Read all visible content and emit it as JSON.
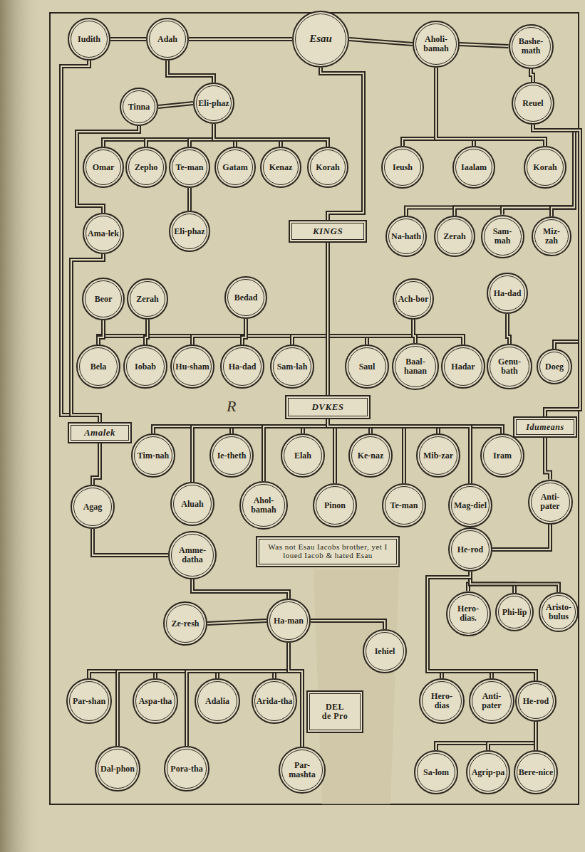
{
  "diagram": {
    "nodes": [
      {
        "text": [
          "Iudith"
        ]
      },
      {
        "text": [
          "Adah"
        ]
      },
      {
        "text": [
          "Esau"
        ]
      },
      {
        "text": [
          "Aholi-bamah"
        ]
      },
      {
        "text": [
          "Bashe-math"
        ]
      },
      {
        "text": [
          "Tinna"
        ]
      },
      {
        "text": [
          "Eli-phaz"
        ]
      },
      {
        "text": [
          "Reuel"
        ]
      },
      {
        "text": [
          "Omar"
        ]
      },
      {
        "text": [
          "Zepho"
        ]
      },
      {
        "text": [
          "Te-man"
        ]
      },
      {
        "text": [
          "Gatam"
        ]
      },
      {
        "text": [
          "Kenaz"
        ]
      },
      {
        "text": [
          "Korah"
        ]
      },
      {
        "text": [
          "Ieush"
        ]
      },
      {
        "text": [
          "Iaalam"
        ]
      },
      {
        "text": [
          "Korah"
        ]
      },
      {
        "text": [
          "Ama-lek"
        ]
      },
      {
        "text": [
          "Eli-phaz"
        ]
      },
      {
        "text": [
          "KINGS"
        ]
      },
      {
        "text": [
          "Na-hath"
        ]
      },
      {
        "text": [
          "Zerah"
        ]
      },
      {
        "text": [
          "Sam-mah"
        ]
      },
      {
        "text": [
          "Miz-zah"
        ]
      },
      {
        "text": [
          "Beor"
        ]
      },
      {
        "text": [
          "Zerah"
        ]
      },
      {
        "text": [
          "Bedad"
        ]
      },
      {
        "text": [
          "Ach-bor"
        ]
      },
      {
        "text": [
          "Ha-dad"
        ]
      },
      {
        "text": [
          "Bela"
        ]
      },
      {
        "text": [
          "Iobab"
        ]
      },
      {
        "text": [
          "Hu-sham"
        ]
      },
      {
        "text": [
          "Ha-dad"
        ]
      },
      {
        "text": [
          "Sam-lah"
        ]
      },
      {
        "text": [
          "Saul"
        ]
      },
      {
        "text": [
          "Baal-hanan"
        ]
      },
      {
        "text": [
          "Hadar"
        ]
      },
      {
        "text": [
          "Genu-bath"
        ]
      },
      {
        "text": [
          "Doeg"
        ]
      },
      {
        "text": [
          "DVKES"
        ]
      },
      {
        "text": [
          "Amalek"
        ]
      },
      {
        "text": [
          "Idumeans"
        ]
      },
      {
        "text": [
          "Tim-nah"
        ]
      },
      {
        "text": [
          "Ie-theth"
        ]
      },
      {
        "text": [
          "Elah"
        ]
      },
      {
        "text": [
          "Ke-naz"
        ]
      },
      {
        "text": [
          "Mib-zar"
        ]
      },
      {
        "text": [
          "Iram"
        ]
      },
      {
        "text": [
          "Agag"
        ]
      },
      {
        "text": [
          "Aluah"
        ]
      },
      {
        "text": [
          "Ahol-bamah"
        ]
      },
      {
        "text": [
          "Pinon"
        ]
      },
      {
        "text": [
          "Te-man"
        ]
      },
      {
        "text": [
          "Mag-diel"
        ]
      },
      {
        "text": [
          "Anti-pater"
        ]
      },
      {
        "text": [
          "Amme-datha"
        ]
      },
      {
        "text": [
          "Was not Esau Iacobs brother, yet I loued Iacob & hated Esau"
        ]
      },
      {
        "text": [
          "He-rod"
        ]
      },
      {
        "text": [
          "Ze-resh"
        ]
      },
      {
        "text": [
          "Ha-man"
        ]
      },
      {
        "text": [
          "Iehiel"
        ]
      },
      {
        "text": [
          "Hero-dias."
        ]
      },
      {
        "text": [
          "Phi-lip"
        ]
      },
      {
        "text": [
          "Aristo-bulus"
        ]
      },
      {
        "text": [
          "Par-shan"
        ]
      },
      {
        "text": [
          "Aspa-tha"
        ]
      },
      {
        "text": [
          "Adalia"
        ]
      },
      {
        "text": [
          "Arida-tha"
        ]
      },
      {
        "text": [
          "DEL",
          "de Pro"
        ]
      },
      {
        "text": [
          "Hero-dias"
        ]
      },
      {
        "text": [
          "Anti-pater"
        ]
      },
      {
        "text": [
          "He-rod"
        ]
      },
      {
        "text": [
          "Dal-phon"
        ]
      },
      {
        "text": [
          "Pora-tha"
        ]
      },
      {
        "text": [
          "Par-mashta"
        ]
      },
      {
        "text": [
          "Sa-lom"
        ]
      },
      {
        "text": [
          "Agrip-pa"
        ]
      },
      {
        "text": [
          "Bere-nice"
        ]
      }
    ],
    "edges": [
      {
        "from": 0,
        "to": 1,
        "arrow": "none"
      },
      {
        "from": 1,
        "to": 2,
        "arrow": "none"
      },
      {
        "from": 2,
        "to": 3,
        "arrow": "none"
      },
      {
        "from": 3,
        "to": 4,
        "arrow": "none"
      },
      {
        "from": 5,
        "to": 6,
        "arrow": "none"
      },
      {
        "from": 1,
        "to": 6,
        "arrow": "none"
      },
      {
        "from": 6,
        "to": 8,
        "arrow": "none"
      },
      {
        "from": 6,
        "to": 9,
        "arrow": "none"
      },
      {
        "from": 6,
        "to": 10,
        "arrow": "none"
      },
      {
        "from": 6,
        "to": 11,
        "arrow": "none"
      },
      {
        "from": 6,
        "to": 12,
        "arrow": "none"
      },
      {
        "from": 6,
        "to": 13,
        "arrow": "none"
      },
      {
        "from": 5,
        "to": 17,
        "arrow": "none"
      },
      {
        "from": 10,
        "to": 18,
        "arrow": "none"
      },
      {
        "from": 3,
        "to": 14,
        "arrow": "none"
      },
      {
        "from": 3,
        "to": 15,
        "arrow": "none"
      },
      {
        "from": 3,
        "to": 16,
        "arrow": "none"
      },
      {
        "from": 4,
        "to": 7,
        "arrow": "none"
      },
      {
        "from": 7,
        "to": 20,
        "arrow": "none"
      },
      {
        "from": 7,
        "to": 21,
        "arrow": "none"
      },
      {
        "from": 7,
        "to": 22,
        "arrow": "none"
      },
      {
        "from": 7,
        "to": 23,
        "arrow": "none"
      },
      {
        "from": 7,
        "to": 38,
        "arrow": "none"
      },
      {
        "from": 7,
        "to": 41,
        "arrow": "none"
      },
      {
        "from": 2,
        "to": 19,
        "arrow": "none"
      },
      {
        "from": 19,
        "to": 29,
        "arrow": "none"
      },
      {
        "from": 19,
        "to": 30,
        "arrow": "none"
      },
      {
        "from": 19,
        "to": 31,
        "arrow": "none"
      },
      {
        "from": 19,
        "to": 32,
        "arrow": "none"
      },
      {
        "from": 19,
        "to": 33,
        "arrow": "none"
      },
      {
        "from": 19,
        "to": 34,
        "arrow": "none"
      },
      {
        "from": 19,
        "to": 35,
        "arrow": "none"
      },
      {
        "from": 19,
        "to": 36,
        "arrow": "none"
      },
      {
        "from": 24,
        "to": 29,
        "arrow": "none"
      },
      {
        "from": 25,
        "to": 30,
        "arrow": "none"
      },
      {
        "from": 26,
        "to": 32,
        "arrow": "none"
      },
      {
        "from": 27,
        "to": 35,
        "arrow": "none"
      },
      {
        "from": 28,
        "to": 37,
        "arrow": "none"
      },
      {
        "from": 19,
        "to": 39,
        "arrow": "none"
      },
      {
        "from": 39,
        "to": 42,
        "arrow": "none"
      },
      {
        "from": 39,
        "to": 43,
        "arrow": "none"
      },
      {
        "from": 39,
        "to": 44,
        "arrow": "none"
      },
      {
        "from": 39,
        "to": 45,
        "arrow": "none"
      },
      {
        "from": 39,
        "to": 46,
        "arrow": "none"
      },
      {
        "from": 39,
        "to": 47,
        "arrow": "none"
      },
      {
        "from": 39,
        "to": 49,
        "arrow": "none"
      },
      {
        "from": 39,
        "to": 50,
        "arrow": "none"
      },
      {
        "from": 39,
        "to": 51,
        "arrow": "none"
      },
      {
        "from": 39,
        "to": 52,
        "arrow": "none"
      },
      {
        "from": 39,
        "to": 53,
        "arrow": "none"
      },
      {
        "from": 0,
        "to": 40,
        "arrow": "none"
      },
      {
        "from": 17,
        "to": 40,
        "arrow": "none"
      },
      {
        "from": 40,
        "to": 48,
        "arrow": "none"
      },
      {
        "from": 48,
        "to": 55,
        "arrow": "none"
      },
      {
        "from": 55,
        "to": 59,
        "arrow": "none"
      },
      {
        "from": 58,
        "to": 59,
        "arrow": "none"
      },
      {
        "from": 59,
        "to": 60,
        "arrow": "none"
      },
      {
        "from": 59,
        "to": 64,
        "arrow": "none"
      },
      {
        "from": 59,
        "to": 65,
        "arrow": "none"
      },
      {
        "from": 59,
        "to": 66,
        "arrow": "none"
      },
      {
        "from": 59,
        "to": 67,
        "arrow": "none"
      },
      {
        "from": 59,
        "to": 72,
        "arrow": "none"
      },
      {
        "from": 59,
        "to": 73,
        "arrow": "none"
      },
      {
        "from": 59,
        "to": 74,
        "arrow": "none"
      },
      {
        "from": 41,
        "to": 54,
        "arrow": "none"
      },
      {
        "from": 54,
        "to": 57,
        "arrow": "none"
      },
      {
        "from": 57,
        "to": 61,
        "arrow": "none"
      },
      {
        "from": 57,
        "to": 62,
        "arrow": "none"
      },
      {
        "from": 57,
        "to": 63,
        "arrow": "none"
      },
      {
        "from": 57,
        "to": 69,
        "arrow": "none"
      },
      {
        "from": 57,
        "to": 70,
        "arrow": "none"
      },
      {
        "from": 57,
        "to": 71,
        "arrow": "none"
      },
      {
        "from": 71,
        "to": 75,
        "arrow": "none"
      },
      {
        "from": 71,
        "to": 76,
        "arrow": "none"
      },
      {
        "from": 71,
        "to": 77,
        "arrow": "none"
      }
    ],
    "labels": [
      "R"
    ]
  }
}
